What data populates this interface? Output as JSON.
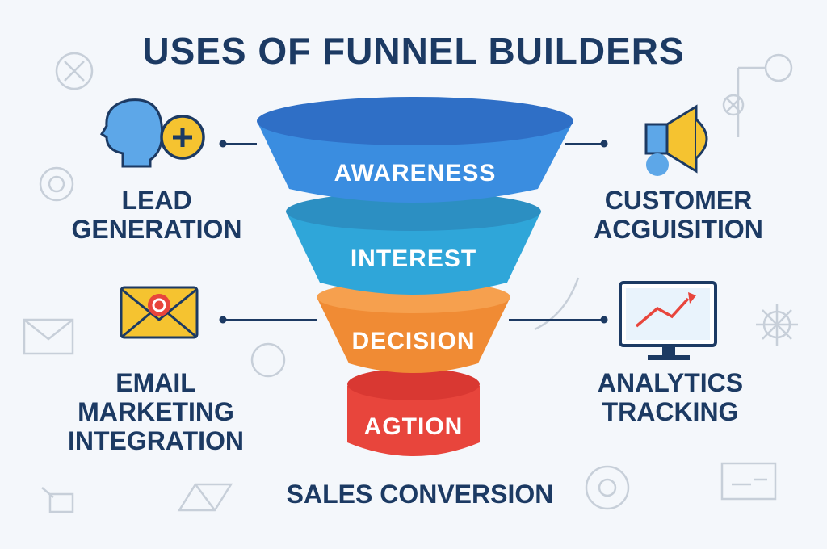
{
  "title": "USES OF FUNNEL BUILDERS",
  "funnel": {
    "stages": [
      {
        "label": "AWARENESS",
        "color": "#3a8de0"
      },
      {
        "label": "INTEREST",
        "color": "#2fa6d9"
      },
      {
        "label": "DECISION",
        "color": "#f08b34"
      },
      {
        "label": "AGTION",
        "color": "#e8453c"
      }
    ],
    "bottom_label": "SALES CONVERSION"
  },
  "uses": {
    "left_top": {
      "label": "LEAD\nGENERATION",
      "icon": "person-plus-icon"
    },
    "left_bottom": {
      "label": "EMAIL\nMARKETING\nINTEGRATION",
      "icon": "email-icon"
    },
    "right_top": {
      "label": "CUSTOMER\nACGUISITION",
      "icon": "megaphone-icon"
    },
    "right_bottom": {
      "label": "ANALYTICS\nTRACKING",
      "icon": "monitor-chart-icon"
    }
  },
  "colors": {
    "text": "#1c3a63",
    "accent_yellow": "#f5c330",
    "background": "#f4f7fb"
  }
}
